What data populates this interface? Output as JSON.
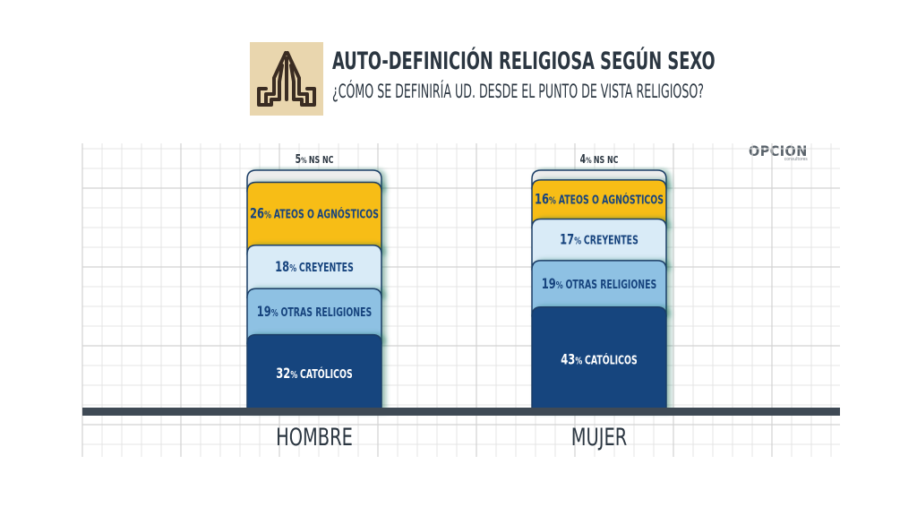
{
  "header": {
    "title": "AUTO-DEFINICIÓN RELIGIOSA SEGÚN SEXO",
    "subtitle": "¿CÓMO SE DEFINIRÍA UD. DESDE EL PUNTO DE VISTA RELIGIOSO?",
    "icon": "praying-hands-icon"
  },
  "logo": {
    "text": "OPCION",
    "subtext": "consultores"
  },
  "colors": {
    "catolicos": "#17447e",
    "otras": "#8ec1e3",
    "creyentes": "#d9ebf7",
    "ateos": "#f7bd12",
    "nsnc": "#ededed",
    "baseline": "#3f4a55",
    "grid": "#e4e4e4",
    "icon_bg": "#e9d6ae",
    "icon_line": "#3a2c22"
  },
  "chart_data": {
    "type": "bar",
    "stacked": true,
    "unit": "%",
    "categories": [
      "HOMBRE",
      "MUJER"
    ],
    "series": [
      {
        "name": "CATÓLICOS",
        "values": [
          32,
          43
        ]
      },
      {
        "name": "OTRAS RELIGIONES",
        "values": [
          19,
          19
        ]
      },
      {
        "name": "CREYENTES",
        "values": [
          18,
          17
        ]
      },
      {
        "name": "ATEOS O AGNÓSTICOS",
        "values": [
          26,
          16
        ]
      },
      {
        "name": "NS NC",
        "values": [
          5,
          4
        ]
      }
    ],
    "ylim": [
      0,
      100
    ],
    "grid": true,
    "legend": "none"
  }
}
